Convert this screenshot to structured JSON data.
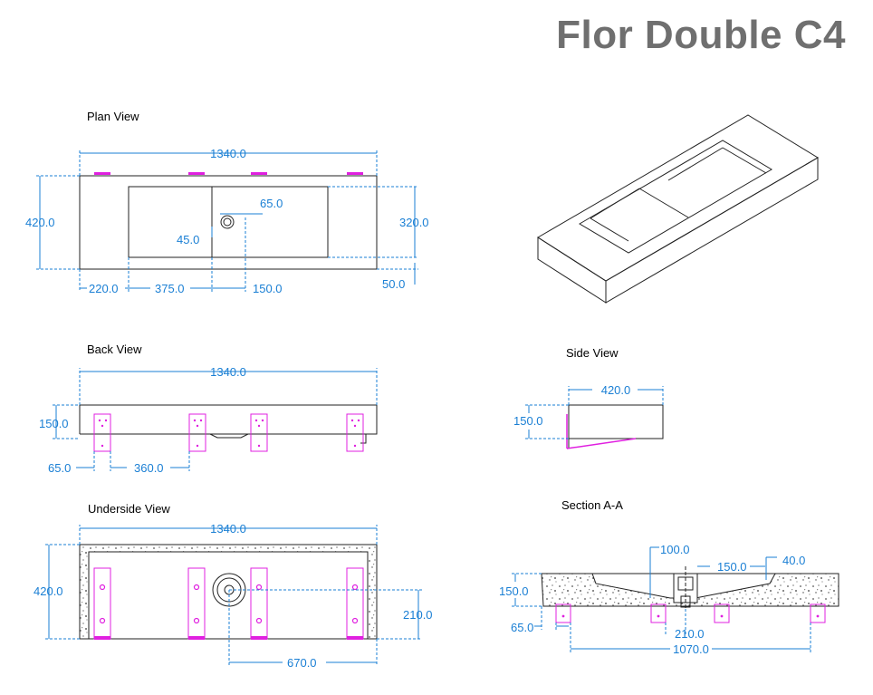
{
  "title": "Flor Double C4",
  "views": {
    "plan": "Plan View",
    "back": "Back View",
    "side": "Side View",
    "underside": "Underside View",
    "section": "Section A-A"
  },
  "dims": {
    "plan_width": "1340.0",
    "plan_depth": "420.0",
    "plan_basin_depth": "320.0",
    "plan_hole_w": "65.0",
    "plan_hole_off": "45.0",
    "plan_left": "220.0",
    "plan_basin": "375.0",
    "plan_gap": "150.0",
    "plan_front": "50.0",
    "back_width": "1340.0",
    "back_height": "150.0",
    "back_bracket_off": "65.0",
    "back_bracket_gap": "360.0",
    "side_depth": "420.0",
    "side_height": "150.0",
    "under_width": "1340.0",
    "under_depth": "420.0",
    "under_drain_y": "210.0",
    "under_drain_x": "670.0",
    "sec_drain": "100.0",
    "sec_mid": "150.0",
    "sec_rim": "40.0",
    "sec_height": "150.0",
    "sec_off": "65.0",
    "sec_center": "210.0",
    "sec_total": "1070.0"
  },
  "colors": {
    "dimension": "#1a7fd4",
    "bracket": "#e020e0",
    "outline": "#222222",
    "title": "#6f6f6f"
  }
}
